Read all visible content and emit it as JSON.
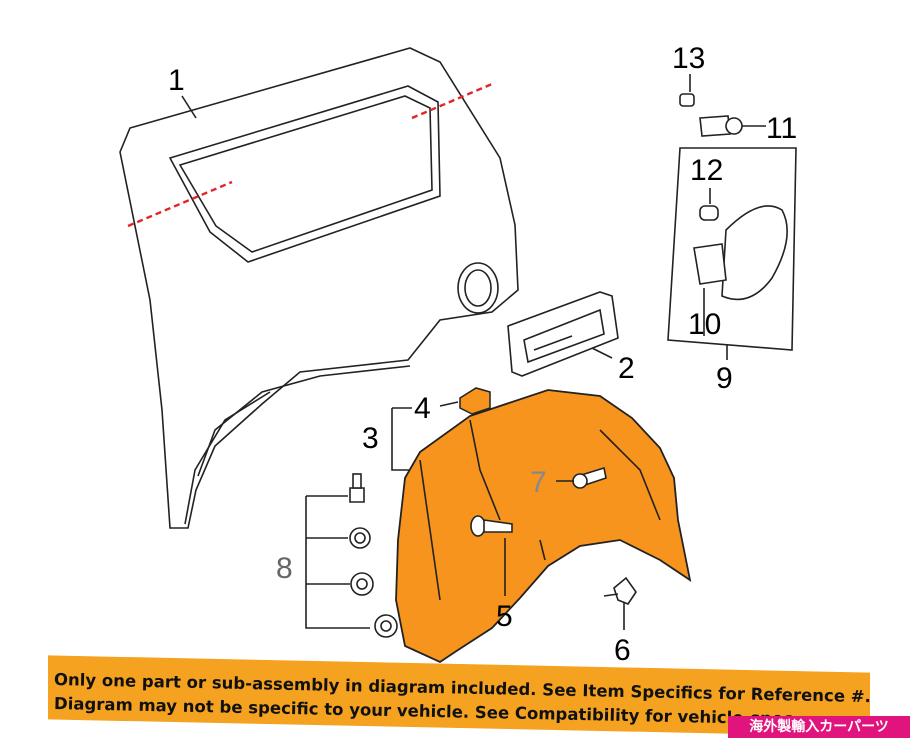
{
  "callouts": {
    "c1": "1",
    "c2": "2",
    "c3": "3",
    "c4": "4",
    "c5": "5",
    "c6": "6",
    "c7": "7",
    "c8": "8",
    "c9": "9",
    "c10": "10",
    "c11": "11",
    "c12": "12",
    "c13": "13"
  },
  "banner": {
    "line1": "Only one part or sub-assembly in diagram included. See Item Specifics for Reference #.",
    "line2": "Diagram may not be specific to your vehicle. See Compatibility for vehicle-spec"
  },
  "badge": {
    "text": "海外製輸入カーパーツ"
  },
  "colors": {
    "highlight": "#f7941d",
    "banner": "#f4a21f",
    "badge": "#e0147c",
    "cut_line": "#e0262b"
  }
}
